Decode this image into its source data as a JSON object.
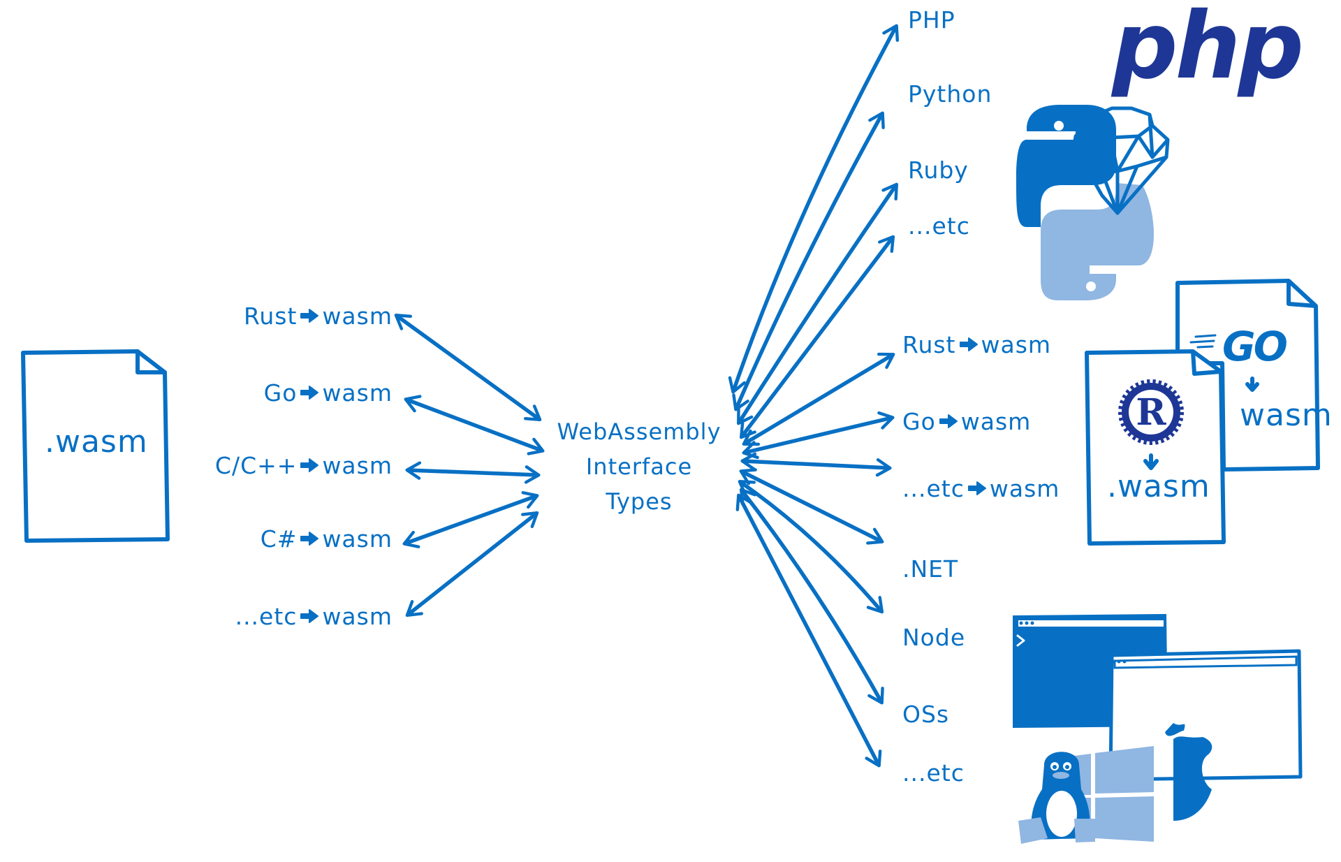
{
  "colors": {
    "stroke": "#0870c4",
    "light": "#90b6e2",
    "php": "#1e3796",
    "rust": "#1e3796",
    "background": "#ffffff"
  },
  "source_file": {
    "label": ".wasm"
  },
  "hub": {
    "label_lines": [
      "WebAssembly",
      "Interface",
      "Types"
    ]
  },
  "left_sources": [
    {
      "from": "Rust",
      "to": "wasm"
    },
    {
      "from": "Go",
      "to": "wasm"
    },
    {
      "from": "C/C++",
      "to": "wasm"
    },
    {
      "from": "C#",
      "to": "wasm"
    },
    {
      "from": "...etc",
      "to": "wasm"
    }
  ],
  "right_groups": {
    "languages": [
      "PHP",
      "Python",
      "Ruby",
      "...etc"
    ],
    "wasm_modules": [
      {
        "from": "Rust",
        "to": "wasm"
      },
      {
        "from": "Go",
        "to": "wasm"
      },
      {
        "from": "...etc",
        "to": "wasm"
      }
    ],
    "runtimes": [
      ".NET",
      "Node",
      "OSs",
      "...etc"
    ]
  },
  "illustrations": {
    "language_logos": {
      "php_text": "php",
      "icons": [
        "python-logo",
        "ruby-gem"
      ]
    },
    "wasm_docs": {
      "go_text": "GO",
      "rust_doc_label": ".wasm",
      "go_doc_label": "wasm"
    },
    "os_icons": [
      "terminal-window",
      "browser-window",
      "linux-tux",
      "windows-logo",
      "apple-logo"
    ]
  }
}
